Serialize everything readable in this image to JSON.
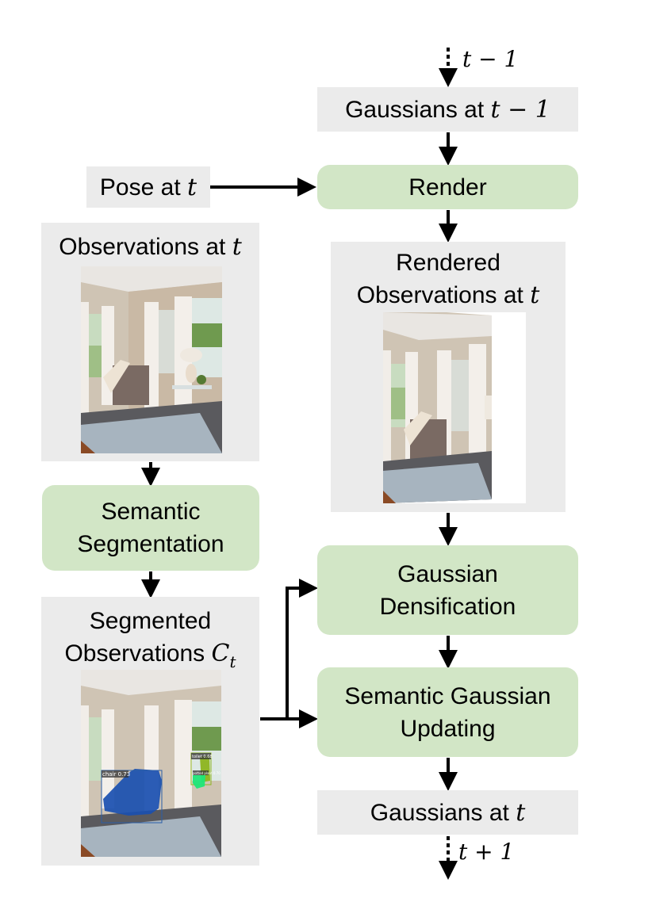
{
  "diagram": {
    "top_input": {
      "label_prefix": "",
      "label_math": "t − 1"
    },
    "gaussians_prev": {
      "text": "Gaussians at ",
      "math": "t − 1"
    },
    "pose": {
      "text": "Pose at ",
      "math": "t"
    },
    "render": {
      "text": "Render"
    },
    "observations": {
      "text": "Observations at ",
      "math": "t"
    },
    "rendered_observations": {
      "line1": "Rendered",
      "line2": "Observations at ",
      "math": "t"
    },
    "semantic_segmentation": {
      "line1": "Semantic",
      "line2": "Segmentation"
    },
    "segmented_observations": {
      "line1": "Segmented",
      "line2": "Observations ",
      "math": "C",
      "subscript": "t"
    },
    "gaussian_densification": {
      "line1": "Gaussian",
      "line2": "Densification"
    },
    "semantic_gaussian_updating": {
      "line1": "Semantic Gaussian",
      "line2": "Updating"
    },
    "gaussians_current": {
      "text": "Gaussians at ",
      "math": "t"
    },
    "bottom_output": {
      "label_math": "t + 1"
    },
    "detections": [
      {
        "label": "chair 0.73",
        "color": "#1a4fb0"
      },
      {
        "label": "toilet 0.68",
        "color": "#8cb41e"
      },
      {
        "label": "potted plant 0.70",
        "color": "#1ee678"
      }
    ],
    "colors": {
      "process_box": "#d2e6c6",
      "data_box": "#ebebeb",
      "arrow": "#000000"
    }
  }
}
